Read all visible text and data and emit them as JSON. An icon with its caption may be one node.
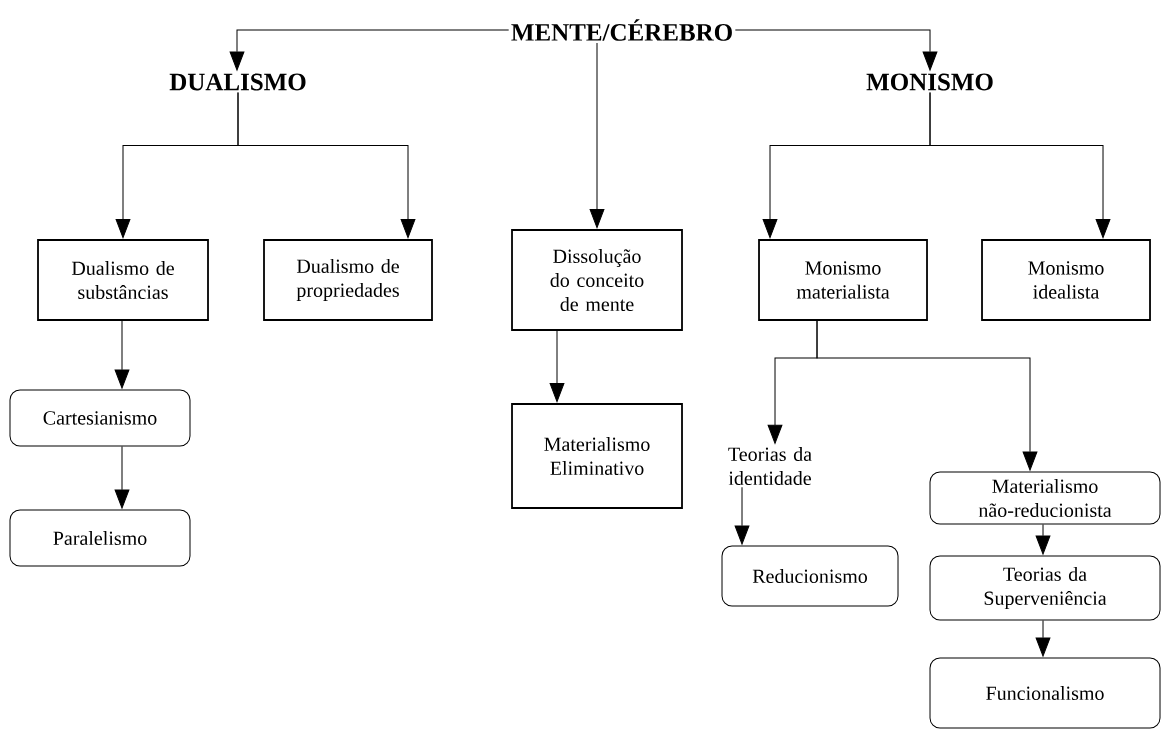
{
  "diagram": {
    "nodes": [
      {
        "text": [
          "MENTE/CÉREBRO"
        ]
      },
      {
        "text": [
          "DUALISMO"
        ]
      },
      {
        "text": [
          "MONISMO"
        ]
      },
      {
        "text": [
          "Dualismo de substâncias"
        ]
      },
      {
        "text": [
          "Dualismo de propriedades"
        ]
      },
      {
        "text": [
          "Dissolução do conceito de mente"
        ]
      },
      {
        "text": [
          "Monismo materialista"
        ]
      },
      {
        "text": [
          "Monismo idealista"
        ]
      },
      {
        "text": [
          "Cartesianismo"
        ]
      },
      {
        "text": [
          "Paralelismo"
        ]
      },
      {
        "text": [
          "Materialismo Eliminativo"
        ]
      },
      {
        "text": [
          "Teorias da identidade"
        ]
      },
      {
        "text": [
          "Materialismo não-reducionista"
        ]
      },
      {
        "text": [
          "Reducionismo"
        ]
      },
      {
        "text": [
          "Teorias da Superveniência"
        ]
      },
      {
        "text": [
          "Funcionalismo"
        ]
      }
    ],
    "edges": [
      {
        "from": 0,
        "to": 1,
        "arrow": "to"
      },
      {
        "from": 0,
        "to": 5,
        "arrow": "to"
      },
      {
        "from": 0,
        "to": 2,
        "arrow": "to"
      },
      {
        "from": 1,
        "to": 3,
        "arrow": "to"
      },
      {
        "from": 1,
        "to": 4,
        "arrow": "to"
      },
      {
        "from": 2,
        "to": 6,
        "arrow": "to"
      },
      {
        "from": 2,
        "to": 7,
        "arrow": "to"
      },
      {
        "from": 3,
        "to": 8,
        "arrow": "to"
      },
      {
        "from": 8,
        "to": 9,
        "arrow": "to"
      },
      {
        "from": 5,
        "to": 10,
        "arrow": "to"
      },
      {
        "from": 6,
        "to": 11,
        "arrow": "to"
      },
      {
        "from": 6,
        "to": 12,
        "arrow": "to"
      },
      {
        "from": 11,
        "to": 13,
        "arrow": "to"
      },
      {
        "from": 12,
        "to": 14,
        "arrow": "to"
      },
      {
        "from": 14,
        "to": 15,
        "arrow": "to"
      }
    ]
  }
}
